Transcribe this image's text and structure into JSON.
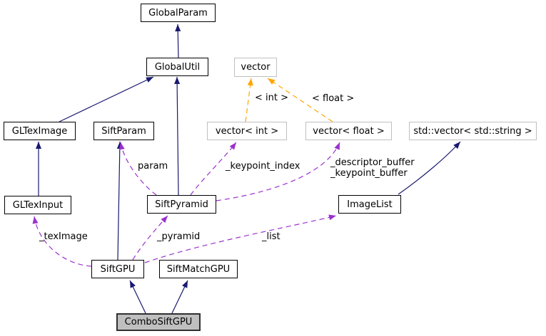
{
  "diagram": {
    "kind": "class-collaboration-diagram",
    "nodes": {
      "global_param": {
        "label": "GlobalParam"
      },
      "global_util": {
        "label": "GlobalUtil"
      },
      "vector": {
        "label": "vector"
      },
      "gl_tex_image": {
        "label": "GLTexImage"
      },
      "sift_param": {
        "label": "SiftParam"
      },
      "vector_int": {
        "label": "vector< int >"
      },
      "vector_float": {
        "label": "vector< float >"
      },
      "std_vector_string": {
        "label": "std::vector< std::string >"
      },
      "gl_tex_input": {
        "label": "GLTexInput"
      },
      "sift_pyramid": {
        "label": "SiftPyramid"
      },
      "image_list": {
        "label": "ImageList"
      },
      "sift_gpu": {
        "label": "SiftGPU"
      },
      "sift_match_gpu": {
        "label": "SiftMatchGPU"
      },
      "combo_sift_gpu": {
        "label": "ComboSiftGPU"
      }
    },
    "edge_labels": {
      "param": "param",
      "keypoint_index": "_keypoint_index",
      "descriptor_buffer": "_descriptor_buffer",
      "keypoint_buffer": "_keypoint_buffer",
      "pyramid": "_pyramid",
      "list": "_list",
      "tex_image": "_texImage",
      "template_int": "< int >",
      "template_float": "< float >"
    },
    "colors": {
      "inheritance_arrow": "#191970",
      "usage_arrow": "#9a32cd",
      "template_arrow": "#ffa500",
      "node_border": "#000000",
      "template_node_border": "#c0c0c0",
      "highlight_node_fill": "#bfbfbf",
      "background": "#ffffff",
      "text": "#000000"
    }
  }
}
